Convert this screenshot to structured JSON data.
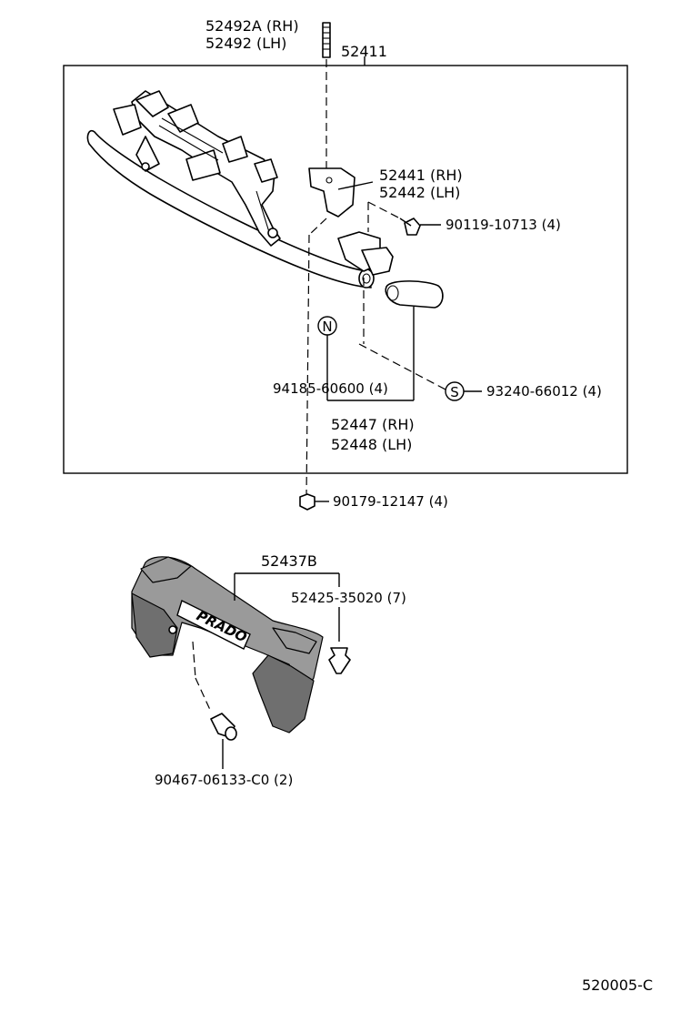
{
  "diagram": {
    "code": "520005-C",
    "parts": {
      "stud_rh": "52492A (RH)",
      "stud_lh": "52492   (LH)",
      "bar_assy": "52411",
      "bracket_rh": "52441 (RH)",
      "bracket_lh": "52442 (LH)",
      "bolt": "90119-10713 (4)",
      "nut_n": "94185-60600 (4)",
      "bolt_s": "93240-66012 (4)",
      "cap_rh": "52447 (RH)",
      "cap_lh": "52448 (LH)",
      "nut_bottom": "90179-12147 (4)",
      "cover": "52437B",
      "clip": "52425-35020 (7)",
      "screw": "90467-06133-C0 (2)"
    },
    "markers": {
      "n": "N",
      "s": "S"
    },
    "emblem": "PRADO"
  }
}
